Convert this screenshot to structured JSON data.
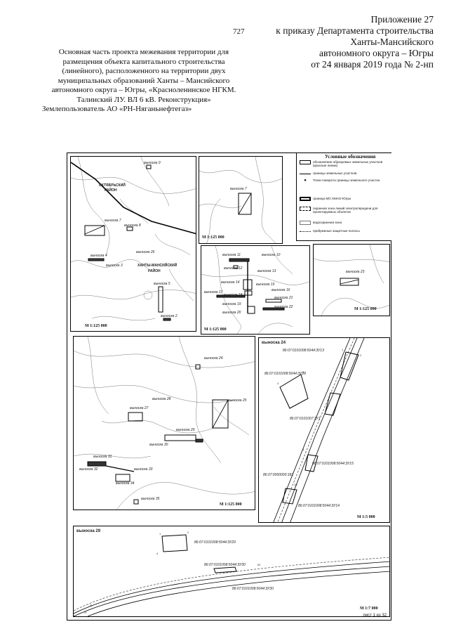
{
  "page_number": "727",
  "appendix": {
    "line1": "Приложение 27",
    "line2": "к приказу Департамента строительства",
    "line3": "Ханты-Мансийского",
    "line4": "автономного округа – Югры",
    "line5": "от 24 января 2019 года № 2-нп"
  },
  "project": {
    "line1": "Основная часть проекта межевания территории для",
    "line2": "размещения объекта капитального строительства",
    "line3": "(линейного), расположенного на территории двух",
    "line4": "муниципальных образований Ханты – Мансийского",
    "line5": "автономного округа – Югры, «Красноленинское НГКМ.",
    "line6": "Талинский ЛУ. ВЛ 6 кВ. Реконструкция»",
    "user": "Землепользователь АО «РН-Няганьнефтегаз»"
  },
  "panels": {
    "overview": {
      "scale": "М 1:125 000",
      "district1": "ОКТЯБРЬСКИЙ",
      "district1b": "РАЙОН",
      "district2": "ХАНТЫ-МАНСИЙСКИЙ",
      "district2b": "РАЙОН",
      "labels": [
        "выноска 9",
        "выноска 7",
        "выноска 8",
        "выноска 4",
        "выноска 26",
        "выноска 3",
        "выноска 5",
        "выноска 2"
      ]
    },
    "inset7": {
      "scale": "М 1:125 000",
      "label": "выноска 7"
    },
    "inset_mid": {
      "scale": "М 1:125 000",
      "labels": [
        "выноска 11",
        "выноска 10",
        "выноска 12",
        "выноска 13",
        "выноска 14",
        "выноска 15",
        "выноска 16",
        "выноска 17",
        "выноска 18",
        "выноска 19",
        "выноска 21",
        "выноска 20",
        "выноска 22"
      ]
    },
    "inset23": {
      "scale": "М 1:125 000",
      "label": "выноска 23"
    },
    "south": {
      "scale": "М 1:125 000",
      "labels": [
        "выноска 24",
        "выноска 28",
        "выноска 25",
        "выноска 27",
        "выноска 29",
        "выноска 30",
        "выноска 31",
        "выноска 32",
        "выноска 33",
        "выноска 34",
        "выноска 35"
      ]
    },
    "inset24": {
      "title": "выноска 24",
      "scale": "М 1:5 000",
      "parcels": [
        "86:07:0101008:5044:ЗУ13",
        "86:07:0101008:5044:ЗУ28",
        "86:07:0101007:ЗУ1",
        "86:07:0101008:5044:ЗУ15",
        "86:07:0000000:182",
        "86:07:0101008:5044:ЗУ14"
      ]
    },
    "inset29": {
      "title": "выноска 29",
      "scale": "М 1:7 000",
      "parcels": [
        "86:07:0101008:5044:ЗУ29",
        "86:07:0101008:5044:ЗУ30",
        "86:07:0101008:5044:ЗУ30"
      ]
    }
  },
  "legend": {
    "title": "Условные обозначения",
    "items": [
      "обозначение образуемых земельных участков (красные линии)",
      "границы земельных участков",
      "Точки поворота границы земельного участка",
      "граница МО ХМАО-Югры",
      "охранная зона линий электропередачи для проектируемых объектов",
      "водоохранная зона",
      "прибрежные защитные полосы"
    ]
  },
  "sheet_label": "лист 1 из 32"
}
